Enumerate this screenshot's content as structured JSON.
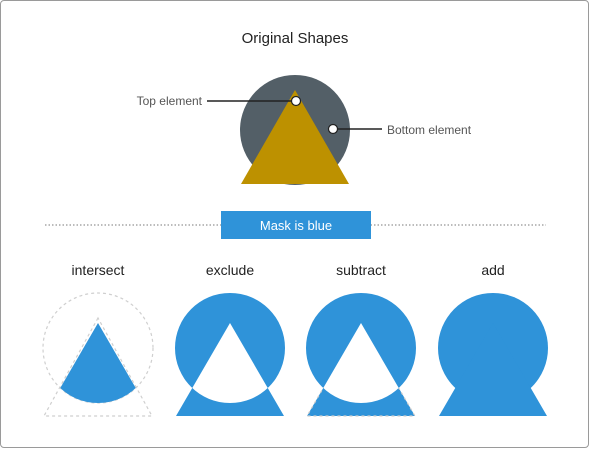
{
  "title": "Original Shapes",
  "labels": {
    "top": "Top element",
    "bottom": "Bottom element"
  },
  "mask_banner": "Mask is blue",
  "operations": [
    {
      "name": "intersect"
    },
    {
      "name": "exclude"
    },
    {
      "name": "subtract"
    },
    {
      "name": "add"
    }
  ],
  "colors": {
    "circle": "#535f67",
    "triangle": "#bd9100",
    "mask": "#2f93d9",
    "dashed_outline": "#cfcfcf",
    "separator": "#7a7a7a",
    "text": "#222222",
    "label_text": "#555555",
    "banner_text": "#ffffff"
  }
}
